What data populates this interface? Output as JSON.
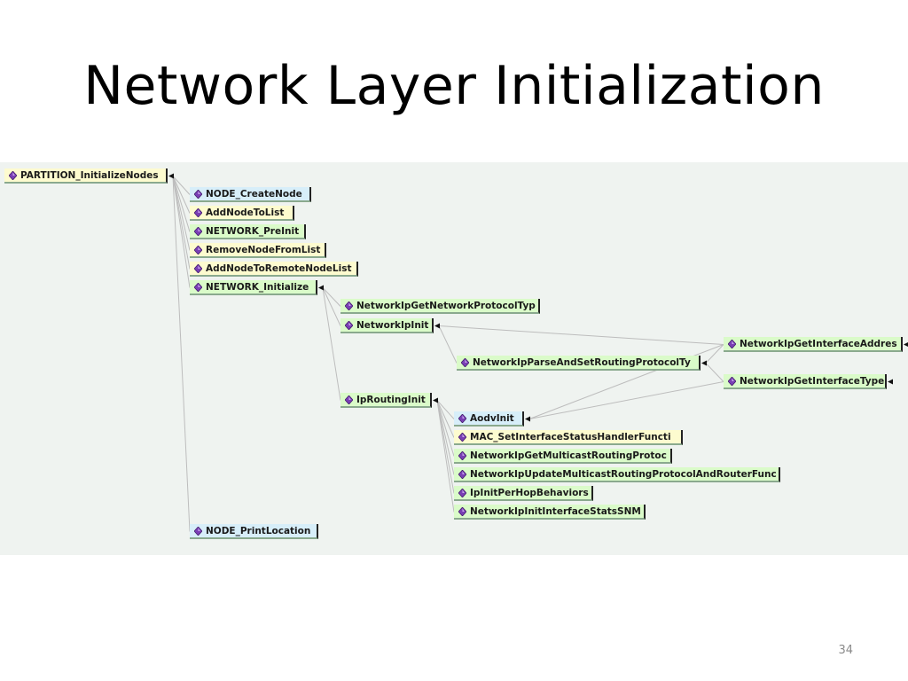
{
  "title": "Network Layer Initialization",
  "page_number": "34",
  "icon": "diamond-node-icon",
  "colors": {
    "green": "#dafbc9",
    "yellow": "#fdfbcf",
    "blue": "#d7eef9",
    "link": "#bdbdbd",
    "panel": "#eff3f0"
  },
  "nodes": [
    {
      "id": "partition",
      "label": "PARTITION_InitializeNodes",
      "color": "yellow"
    },
    {
      "id": "create",
      "label": "NODE_CreateNode",
      "color": "blue"
    },
    {
      "id": "addlist",
      "label": "AddNodeToList",
      "color": "yellow"
    },
    {
      "id": "preinit",
      "label": "NETWORK_PreInit",
      "color": "green"
    },
    {
      "id": "remove",
      "label": "RemoveNodeFromList",
      "color": "yellow"
    },
    {
      "id": "addremote",
      "label": "AddNodeToRemoteNodeList",
      "color": "yellow"
    },
    {
      "id": "netinit",
      "label": "NETWORK_Initialize",
      "color": "green"
    },
    {
      "id": "getproto",
      "label": "NetworkIpGetNetworkProtocolTyp",
      "color": "green"
    },
    {
      "id": "ipinit",
      "label": "NetworkIpInit",
      "color": "green"
    },
    {
      "id": "parse",
      "label": "NetworkIpParseAndSetRoutingProtocolTy",
      "color": "green"
    },
    {
      "id": "ifaddr",
      "label": "NetworkIpGetInterfaceAddres",
      "color": "green"
    },
    {
      "id": "iftype",
      "label": "NetworkIpGetInterfaceType",
      "color": "green"
    },
    {
      "id": "routinit",
      "label": "IpRoutingInit",
      "color": "green"
    },
    {
      "id": "aodv",
      "label": "AodvInit",
      "color": "blue"
    },
    {
      "id": "macset",
      "label": "MAC_SetInterfaceStatusHandlerFuncti",
      "color": "yellow"
    },
    {
      "id": "multicast",
      "label": "NetworkIpGetMulticastRoutingProtoc",
      "color": "green"
    },
    {
      "id": "update",
      "label": "NetworkIpUpdateMulticastRoutingProtocolAndRouterFunc",
      "color": "green"
    },
    {
      "id": "perhop",
      "label": "IpInitPerHopBehaviors",
      "color": "green"
    },
    {
      "id": "stats",
      "label": "NetworkIpInitInterfaceStatsSNM",
      "color": "green"
    },
    {
      "id": "print",
      "label": "NODE_PrintLocation",
      "color": "blue"
    }
  ],
  "edges": [
    [
      "partition",
      "create"
    ],
    [
      "partition",
      "addlist"
    ],
    [
      "partition",
      "preinit"
    ],
    [
      "partition",
      "remove"
    ],
    [
      "partition",
      "addremote"
    ],
    [
      "partition",
      "netinit"
    ],
    [
      "partition",
      "print"
    ],
    [
      "netinit",
      "getproto"
    ],
    [
      "netinit",
      "ipinit"
    ],
    [
      "netinit",
      "routinit"
    ],
    [
      "ipinit",
      "ifaddr"
    ],
    [
      "ipinit",
      "parse"
    ],
    [
      "parse",
      "ifaddr"
    ],
    [
      "parse",
      "iftype"
    ],
    [
      "routinit",
      "aodv"
    ],
    [
      "routinit",
      "macset"
    ],
    [
      "routinit",
      "multicast"
    ],
    [
      "routinit",
      "update"
    ],
    [
      "routinit",
      "perhop"
    ],
    [
      "routinit",
      "stats"
    ],
    [
      "aodv",
      "ifaddr"
    ],
    [
      "aodv",
      "iftype"
    ]
  ]
}
